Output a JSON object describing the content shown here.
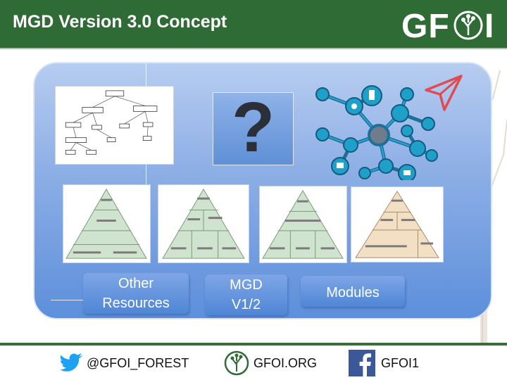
{
  "slide": {
    "title": "MGD Version 3.0 Concept",
    "logo_alt": "GFOI"
  },
  "panel": {
    "buttons": [
      {
        "label_line1": "Other",
        "label_line2": "Resources"
      },
      {
        "label_line1": "MGD",
        "label_line2": "V1/2"
      },
      {
        "label": "Modules"
      }
    ],
    "question_mark": "?"
  },
  "footer": {
    "twitter_handle": "@GFOI_FOREST",
    "website": "GFOI.ORG",
    "facebook": "GFOI1"
  },
  "colors": {
    "header_green": "#2f6b34",
    "panel_blue": "#5d8fdb",
    "hub_teal": "#1ea0c8",
    "send_red": "#e04a52"
  }
}
